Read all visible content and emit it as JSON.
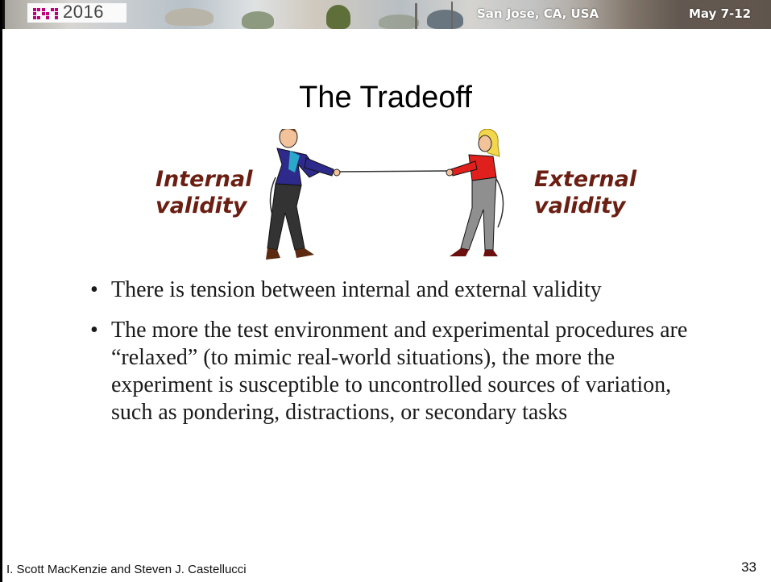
{
  "banner": {
    "conference_year": "2016",
    "location": "San Jose, CA, USA",
    "dates": "May 7-12"
  },
  "slide": {
    "title": "The Tradeoff",
    "illustration_labels": {
      "left": [
        "Internal",
        "validity"
      ],
      "right": [
        "External",
        "validity"
      ]
    },
    "bullets": [
      "There is tension between internal and external validity",
      "The more the test environment and experimental procedures are “relaxed” (to mimic real-world situations), the more the experiment is susceptible to uncontrolled sources of variation, such as pondering, distractions, or secondary tasks"
    ],
    "bullet_glyph": "•"
  },
  "footer": {
    "authors": "I. Scott MacKenzie and Steven J. Castellucci",
    "page_number": "33"
  },
  "colors": {
    "label": "#6b1f12",
    "man_jacket": "#2d2a8c",
    "man_shirt": "#2aa8c9",
    "man_pants": "#333333",
    "woman_top": "#e0201c",
    "woman_pants": "#8f8f8f",
    "woman_hair": "#f2d64b",
    "skin": "#f2c29a"
  },
  "icons": [
    "chi-logo-icon",
    "tug-of-war-illustration"
  ]
}
